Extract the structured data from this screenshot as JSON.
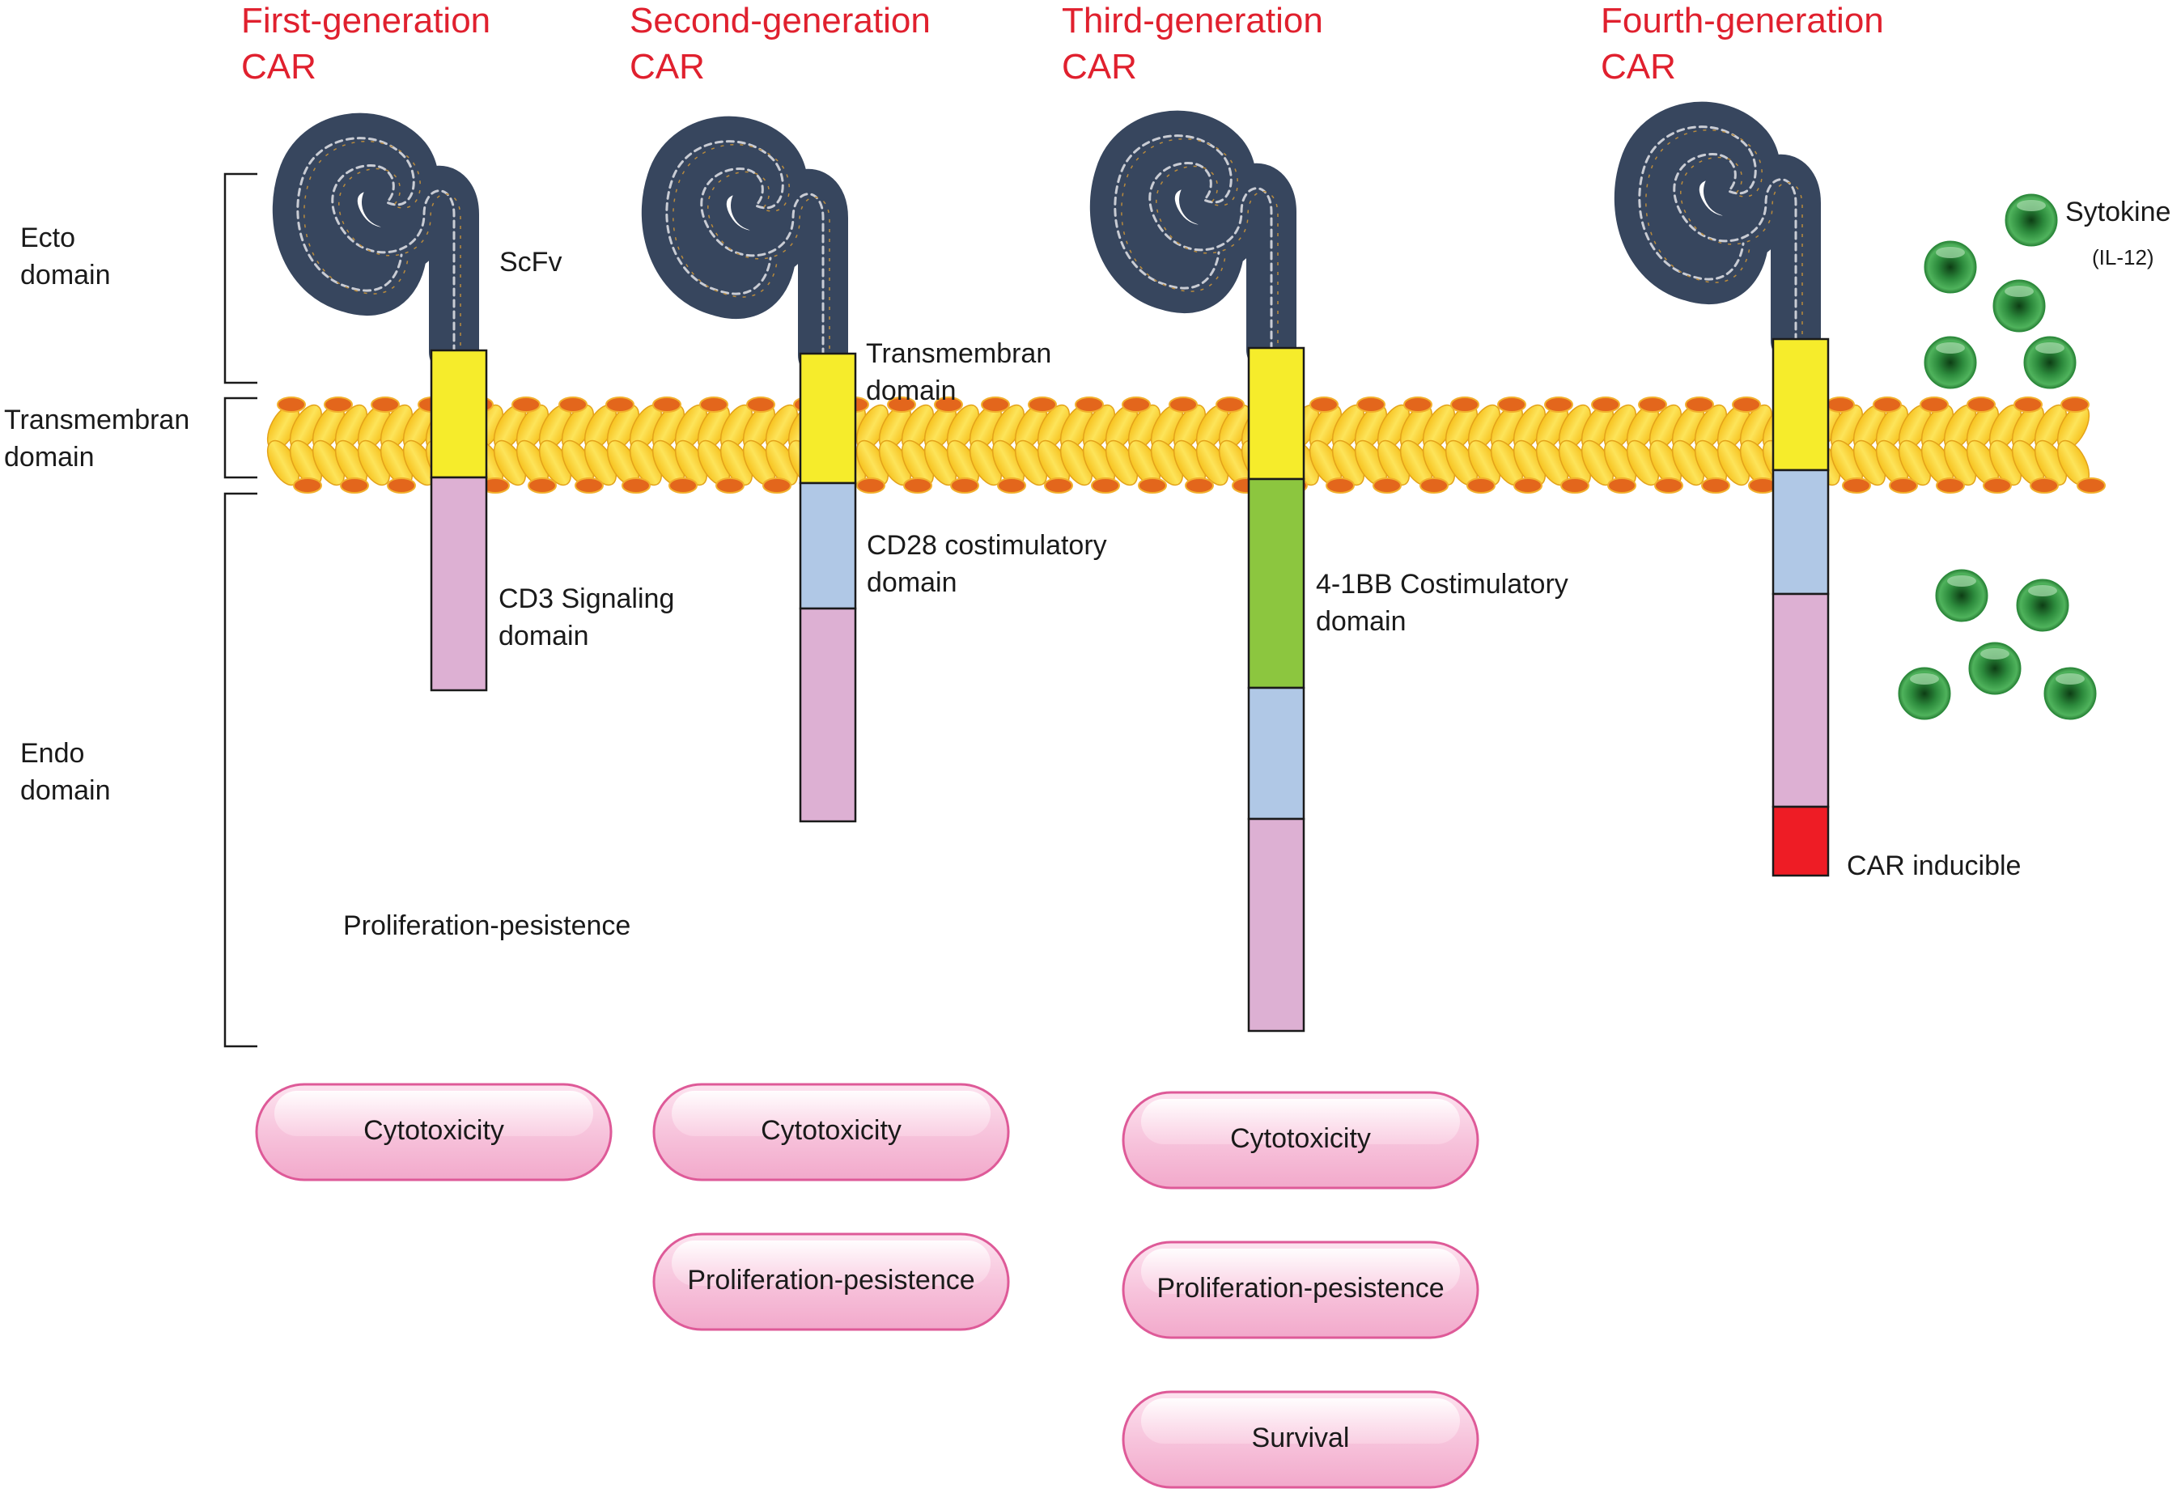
{
  "generations": [
    {
      "title_line1": "First-generation",
      "title_line2": "CAR",
      "segments": [
        "yellow",
        "pink"
      ],
      "pills": [
        "Cytotoxicity"
      ]
    },
    {
      "title_line1": "Second-generation",
      "title_line2": "CAR",
      "segments": [
        "yellow",
        "blue",
        "pink"
      ],
      "pills": [
        "Cytotoxicity",
        "Proliferation-pesistence"
      ]
    },
    {
      "title_line1": "Third-generation",
      "title_line2": "CAR",
      "segments": [
        "yellow",
        "green",
        "blue",
        "pink"
      ],
      "pills": [
        "Cytotoxicity",
        "Proliferation-pesistence",
        "Survival"
      ]
    },
    {
      "title_line1": "Fourth-generation",
      "title_line2": "CAR",
      "segments": [
        "yellow",
        "blue",
        "pink",
        "red"
      ],
      "pills": []
    }
  ],
  "side_labels": {
    "ecto_line1": "Ecto",
    "ecto_line2": "domain",
    "transmembrane_line1": "Transmembran",
    "transmembrane_line2": "domain",
    "endo_line1": "Endo",
    "endo_line2": "domain"
  },
  "annotations": {
    "scfv": "ScFv",
    "transmembrane_line1": "Transmembran",
    "transmembrane_line2": "domain",
    "cd3_line1": "CD3 Signaling",
    "cd3_line2": "domain",
    "cd28_line1": "CD28 costimulatory",
    "cd28_line2": "domain",
    "bb41_line1": "4-1BB Costimulatory",
    "bb41_line2": "domain",
    "car_inducible": "CAR inducible",
    "sytokine": "Sytokine",
    "il12": "(IL-12)",
    "proliferation_floating": "Proliferation-pesistence"
  },
  "colors": {
    "title_red": "#e0202e",
    "transmembrane_yellow": "#f6ec2b",
    "signaling_pink": "#ddb0d3",
    "costim_blue": "#b0c8e6",
    "costim_green": "#8cc63f",
    "inducible_red": "#ee1c25",
    "scfv_denim": "#37465e",
    "membrane_lipid": "#fbd33a",
    "membrane_head": "#e3661c",
    "cytokine_green": "#1f7a2e",
    "pill_pink": "#f6bfd9"
  }
}
